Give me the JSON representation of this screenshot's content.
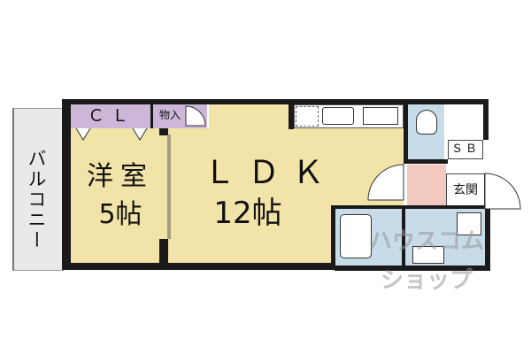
{
  "rooms": {
    "balcony": {
      "label": "バルコニー"
    },
    "western_room": {
      "label_line1": "洋室",
      "label_line2": "5帖"
    },
    "closet": {
      "label": "ＣＬ"
    },
    "storage": {
      "label": "物入"
    },
    "ldk": {
      "label_line1": "ＬＤＫ",
      "label_line2": "12帖"
    },
    "shoe_box": {
      "label": "ＳＢ"
    },
    "entrance": {
      "label": "玄関"
    }
  },
  "watermark": {
    "line1": "ハウスコム",
    "line2": "ショップ"
  },
  "colors": {
    "wall": "#1a1a1a",
    "balcony": "#e9e9e9",
    "western_room": "#f2e3a8",
    "ldk": "#f2e3a8",
    "closet": "#cdb7d8",
    "wet_area": "#c7dbe8",
    "entrance": "#f2c9c0",
    "kitchen": "#ffffff"
  }
}
